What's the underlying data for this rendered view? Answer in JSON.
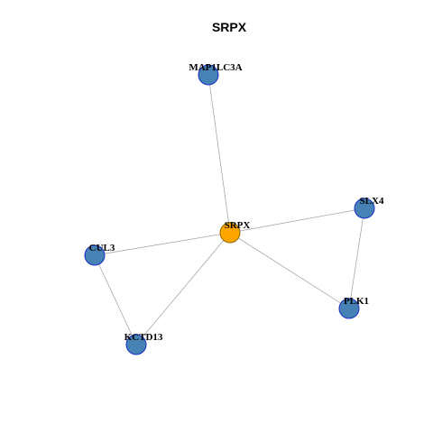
{
  "title": "SRPX",
  "colors": {
    "center_fill": "#FFA500",
    "center_stroke": "#8B6A00",
    "node_fill": "#4682B4",
    "node_stroke": "#1A2EC8",
    "edge": "#A8A8A8"
  },
  "nodes": [
    {
      "id": "SRPX",
      "label": "SRPX",
      "role": "center"
    },
    {
      "id": "MAP1LC3A",
      "label": "MAP1LC3A",
      "role": "neighbor"
    },
    {
      "id": "SLX4",
      "label": "SLX4",
      "role": "neighbor"
    },
    {
      "id": "CUL3",
      "label": "CUL3",
      "role": "neighbor"
    },
    {
      "id": "PLK1",
      "label": "PLK1",
      "role": "neighbor"
    },
    {
      "id": "KCTD13",
      "label": "KCTD13",
      "role": "neighbor"
    }
  ],
  "edges": [
    [
      "SRPX",
      "MAP1LC3A"
    ],
    [
      "SRPX",
      "SLX4"
    ],
    [
      "SRPX",
      "CUL3"
    ],
    [
      "SRPX",
      "PLK1"
    ],
    [
      "SRPX",
      "KCTD13"
    ],
    [
      "SLX4",
      "PLK1"
    ],
    [
      "CUL3",
      "KCTD13"
    ]
  ]
}
